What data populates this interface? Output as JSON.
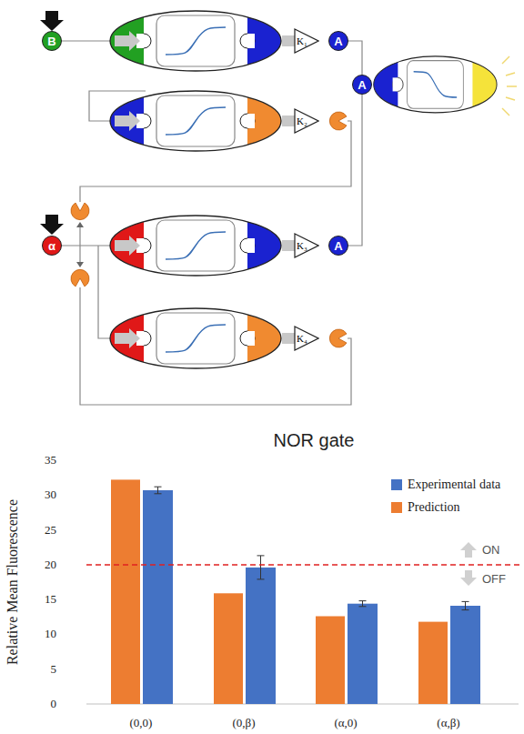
{
  "diagram": {
    "nodes": [
      {
        "text": [
          "B"
        ]
      },
      {
        "text": [
          "K₁"
        ]
      },
      {
        "text": [
          "A"
        ]
      },
      {
        "text": [
          "A"
        ]
      },
      {
        "text": [
          "K₂"
        ]
      },
      {
        "text": [
          "α"
        ]
      },
      {
        "text": [
          "K₃"
        ]
      },
      {
        "text": [
          "A"
        ]
      },
      {
        "text": [
          "K₄"
        ]
      }
    ],
    "edges": [
      {
        "from": 2,
        "to": 3,
        "arrow": "none"
      },
      {
        "from": 7,
        "to": 3,
        "arrow": "none"
      }
    ],
    "labels": [
      "NOR gate",
      "Relative Mean Fluorescence",
      "35",
      "30",
      "25",
      "20",
      "15",
      "10",
      "5",
      "0",
      "ON",
      "OFF",
      "(0,0)",
      "(0,β)",
      "(α,0)",
      "(α,β)"
    ],
    "legend": [
      {
        "text": "Experimental data",
        "color": "#4472C4"
      },
      {
        "text": "Prediction",
        "color": "#ED7D31"
      }
    ]
  }
}
